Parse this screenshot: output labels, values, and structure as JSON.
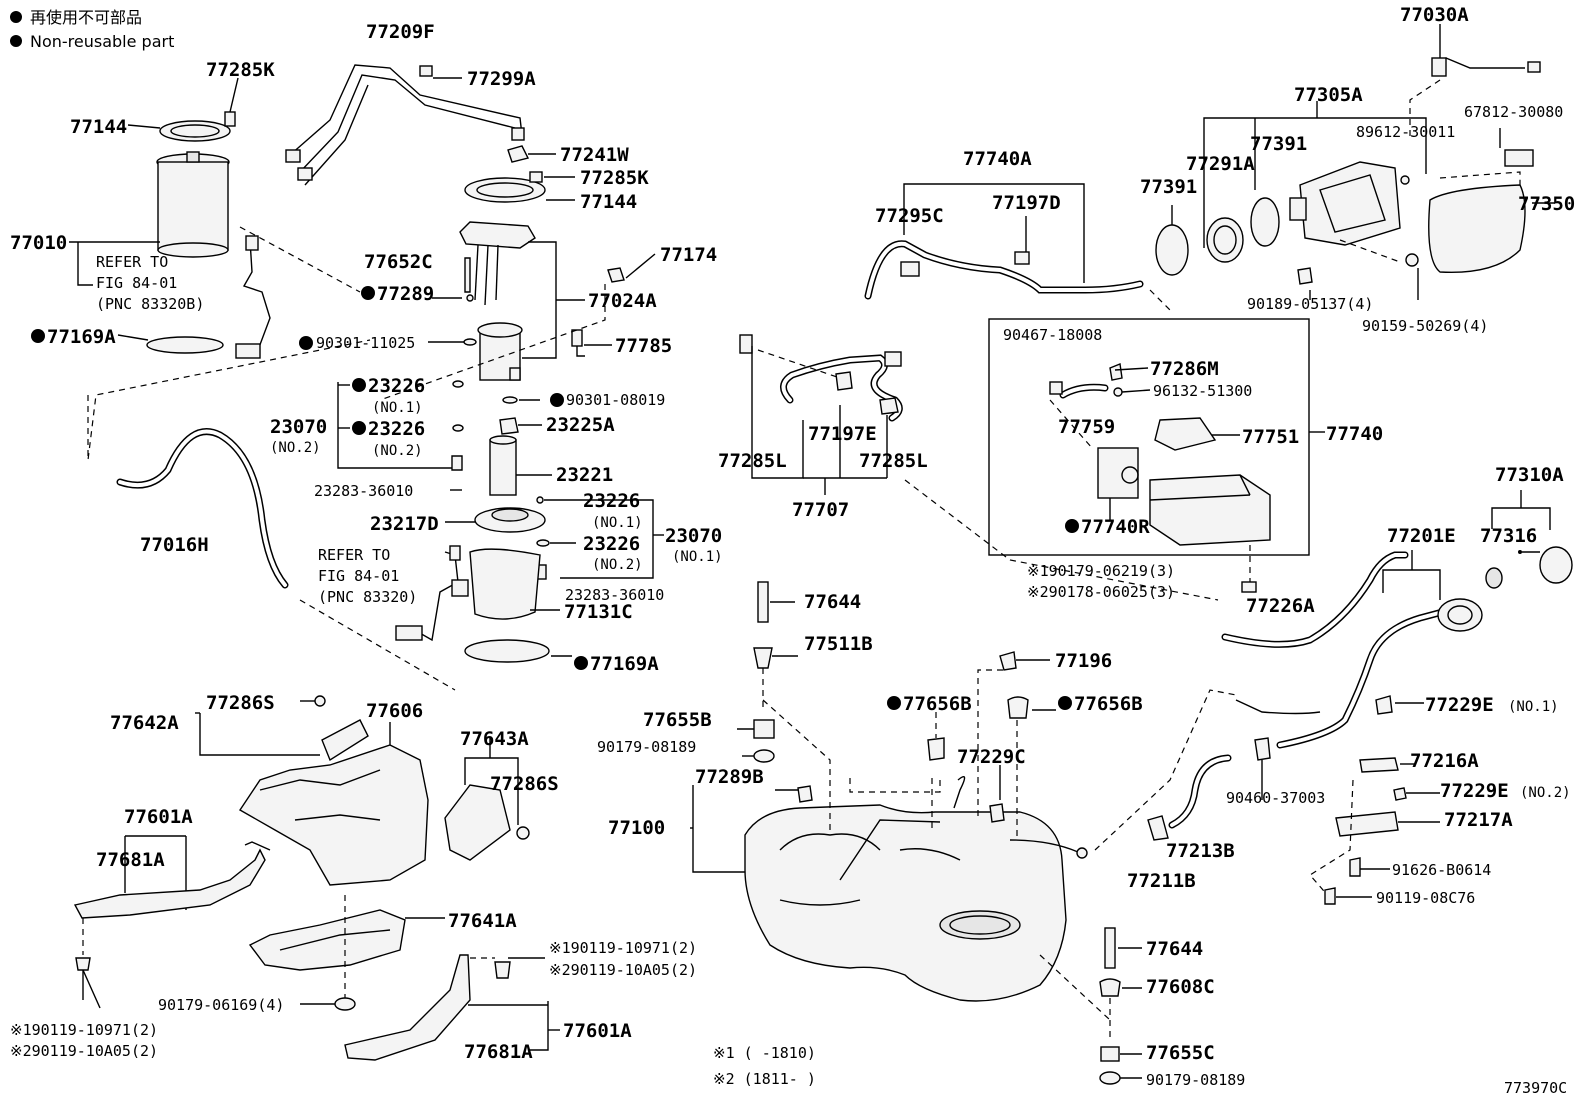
{
  "legend": {
    "line1": "再使用不可部品",
    "line2": "Non-reusable part"
  },
  "figure_id": "773970C",
  "notes": {
    "n1": "※1 (        -1810)",
    "n2": "※2 (1811-        )"
  },
  "labels": {
    "p77209F": "77209F",
    "p77299A": "77299A",
    "p77285K_a": "77285K",
    "p77144_a": "77144",
    "p77241W": "77241W",
    "p77285K_b": "77285K",
    "p77144_b": "77144",
    "p77010": "77010",
    "refer1_a": "REFER TO",
    "refer1_b": "FIG 84-01",
    "refer1_c": "(PNC 83320B)",
    "p77169A_a": "77169A",
    "p77652C": "77652C",
    "p77174": "77174",
    "p77289": "77289",
    "p77024A": "77024A",
    "p90301_11025": "90301-11025",
    "p77785": "77785",
    "p23226_a": "23226",
    "no1_a": "(NO.1)",
    "p23070_a": "23070",
    "no2_a": "(NO.2)",
    "p23226_b": "23226",
    "no2_b": "(NO.2)",
    "p90301_08019": "90301-08019",
    "p23225A": "23225A",
    "p23221": "23221",
    "p23283_36010_a": "23283-36010",
    "p23226_c": "23226",
    "no1_b": "(NO.1)",
    "p23070_b": "23070",
    "no1_c": "(NO.1)",
    "p23226_d": "23226",
    "no2_c": "(NO.2)",
    "p77016H": "77016H",
    "p23217D": "23217D",
    "refer2_a": "REFER TO",
    "refer2_b": "FIG 84-01",
    "refer2_c": "(PNC 83320)",
    "p23283_36010_b": "23283-36010",
    "p77131C": "77131C",
    "p77169A_b": "77169A",
    "p77740A": "77740A",
    "p77295C": "77295C",
    "p77197D": "77197D",
    "p77030A": "77030A",
    "p77305A": "77305A",
    "p67812_30080": "67812-30080",
    "p77391_a": "77391",
    "p89612_30011": "89612-30011",
    "p77291A": "77291A",
    "p77391_b": "77391",
    "p77350": "77350",
    "p90189_05137": "90189-05137(4)",
    "p90159_50269": "90159-50269(4)",
    "p90467_18008": "90467-18008",
    "p77286M": "77286M",
    "p96132_51300": "96132-51300",
    "p77759": "77759",
    "p77751": "77751",
    "p77740": "77740",
    "p77740R": "77740R",
    "p77285L_a": "77285L",
    "p77197E": "77197E",
    "p77285L_b": "77285L",
    "p77707": "77707",
    "p90179_06219": "※190179-06219(3)",
    "p90178_06025": "※290178-06025(3)",
    "p77310A": "77310A",
    "p77201E": "77201E",
    "p77316": "77316",
    "p77226A": "77226A",
    "p77644_a": "77644",
    "p77511B": "77511B",
    "p77196": "77196",
    "p77229E_a": "77229E",
    "no1_d": "(NO.1)",
    "p77656B_a": "77656B",
    "p77656B_b": "77656B",
    "p77642A": "77642A",
    "p77286S_a": "77286S",
    "p77606": "77606",
    "p77655B_a": "77655B",
    "p90179_08189_a": "90179-08189",
    "p77643A": "77643A",
    "p77229C": "77229C",
    "p77216A": "77216A",
    "p77289B": "77289B",
    "p77286S_b": "77286S",
    "p77229E_b": "77229E",
    "no2_d": "(NO.2)",
    "p90460_37003": "90460-37003",
    "p77217A": "77217A",
    "p77601A_a": "77601A",
    "p77100": "77100",
    "p77213B": "77213B",
    "p77681A_a": "77681A",
    "p91626_B0614": "91626-B0614",
    "p77211B": "77211B",
    "p90119_08C76": "90119-08C76",
    "p77641A": "77641A",
    "p77644_b": "77644",
    "p90119_10971_a": "※190119-10971(2)",
    "p90119_10A05_a": "※290119-10A05(2)",
    "p77608C": "77608C",
    "p90179_06169": "90179-06169(4)",
    "p77601A_b": "77601A",
    "p90119_10971_b": "※190119-10971(2)",
    "p90119_10A05_b": "※290119-10A05(2)",
    "p77681A_b": "77681A",
    "p77655C": "77655C",
    "p90179_08189_b": "90179-08189"
  }
}
